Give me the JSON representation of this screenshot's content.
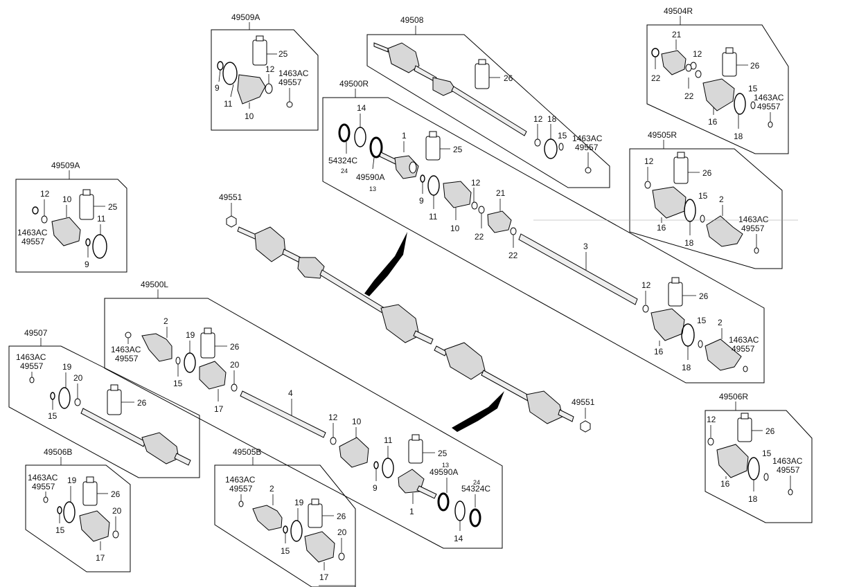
{
  "groups": [
    {
      "id": "49509A_top",
      "title": "49509A",
      "labels": [
        "25",
        "9",
        "12",
        "1463AC",
        "49557",
        "11",
        "10"
      ]
    },
    {
      "id": "49508",
      "title": "49508",
      "labels": [
        "26",
        "12",
        "18",
        "15",
        "1463AC",
        "49557"
      ]
    },
    {
      "id": "49504R",
      "title": "49504R",
      "labels": [
        "21",
        "12",
        "22",
        "26",
        "22",
        "15",
        "1463AC",
        "49557",
        "16",
        "18"
      ]
    },
    {
      "id": "49500R",
      "title": "49500R",
      "labels": [
        "14",
        "1",
        "25",
        "54324C",
        "24",
        "49590A",
        "13",
        "9",
        "12",
        "21",
        "11",
        "10",
        "22",
        "22",
        "3",
        "12",
        "26",
        "15",
        "2",
        "1463AC",
        "49557",
        "16",
        "18"
      ]
    },
    {
      "id": "49505R",
      "title": "49505R",
      "labels": [
        "12",
        "26",
        "15",
        "2",
        "1463AC",
        "49557",
        "16",
        "18"
      ]
    },
    {
      "id": "49509A_left",
      "title": "49509A",
      "labels": [
        "12",
        "10",
        "25",
        "11",
        "1463AC",
        "49557",
        "9"
      ]
    },
    {
      "id": "49500L",
      "title": "49500L",
      "labels": [
        "2",
        "1463AC",
        "49557",
        "19",
        "26",
        "15",
        "20",
        "17",
        "4",
        "12",
        "10",
        "25",
        "11",
        "13",
        "49590A",
        "9",
        "24",
        "54324C",
        "1",
        "14"
      ]
    },
    {
      "id": "49507",
      "title": "49507",
      "labels": [
        "1463AC",
        "49557",
        "19",
        "20",
        "15",
        "26"
      ]
    },
    {
      "id": "49506B",
      "title": "49506B",
      "labels": [
        "1463AC",
        "49557",
        "19",
        "26",
        "15",
        "20",
        "17"
      ]
    },
    {
      "id": "49505B",
      "title": "49505B",
      "labels": [
        "1463AC",
        "49557",
        "2",
        "19",
        "26",
        "15",
        "20",
        "17"
      ]
    },
    {
      "id": "49506R",
      "title": "49506R",
      "labels": [
        "12",
        "26",
        "15",
        "1463AC",
        "49557",
        "16",
        "18"
      ]
    }
  ],
  "free_labels": {
    "nut_top": "49551",
    "nut_bottom": "49551"
  },
  "colors": {
    "line": "#000000",
    "background": "#ffffff",
    "shade": "#d8d8d8"
  }
}
